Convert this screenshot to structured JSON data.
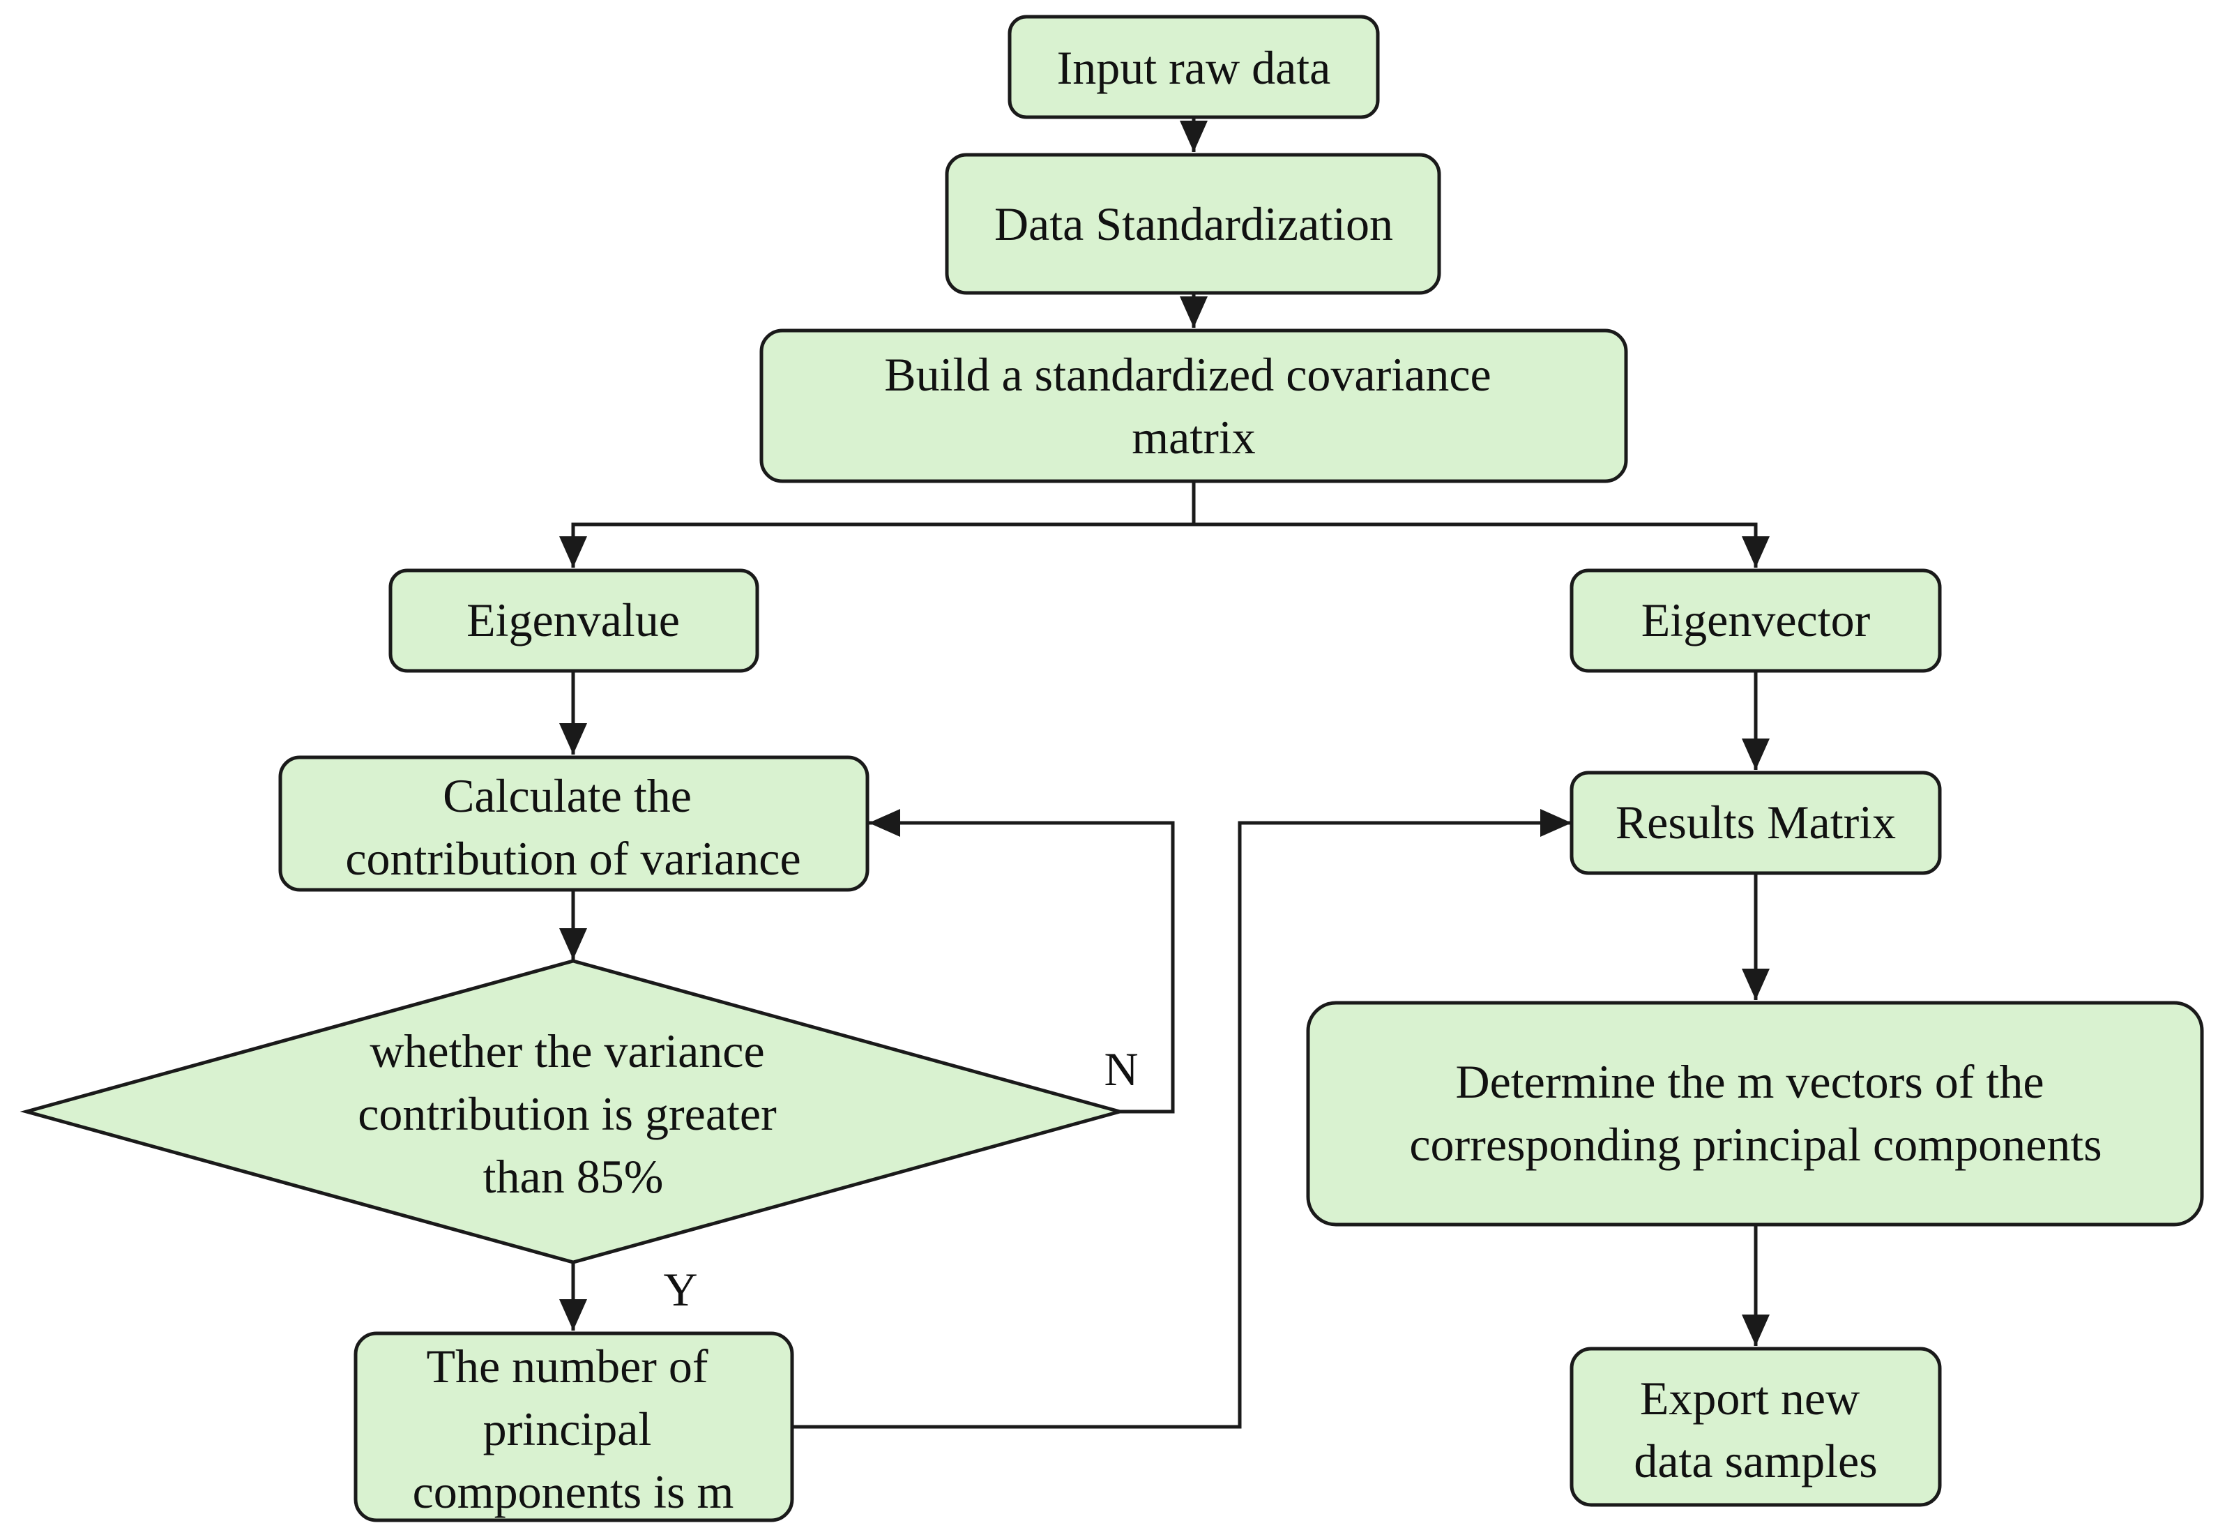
{
  "colors": {
    "node_fill": "#d9f2d0",
    "stroke": "#1a1a1a",
    "text": "#111111",
    "background": "#ffffff"
  },
  "nodes": {
    "input_raw_data": {
      "lines": [
        "Input raw data"
      ]
    },
    "data_standardization": {
      "lines": [
        "Data Standardization"
      ]
    },
    "build_covariance": {
      "lines": [
        "Build a standardized covariance",
        "matrix"
      ]
    },
    "eigenvalue": {
      "lines": [
        "Eigenvalue"
      ]
    },
    "eigenvector": {
      "lines": [
        "Eigenvector"
      ]
    },
    "calc_contribution": {
      "lines": [
        "Calculate the",
        "contribution of variance"
      ]
    },
    "decision_variance": {
      "lines": [
        "whether the variance",
        "contribution is greater",
        "than 85%"
      ]
    },
    "num_components": {
      "lines": [
        "The number of",
        "principal",
        "components is m"
      ]
    },
    "results_matrix": {
      "lines": [
        "Results Matrix"
      ]
    },
    "determine_vectors": {
      "lines": [
        "Determine the m vectors of the",
        "corresponding principal  components"
      ]
    },
    "export_samples": {
      "lines": [
        "Export new",
        "data samples"
      ]
    }
  },
  "edge_labels": {
    "no": "N",
    "yes": "Y"
  }
}
